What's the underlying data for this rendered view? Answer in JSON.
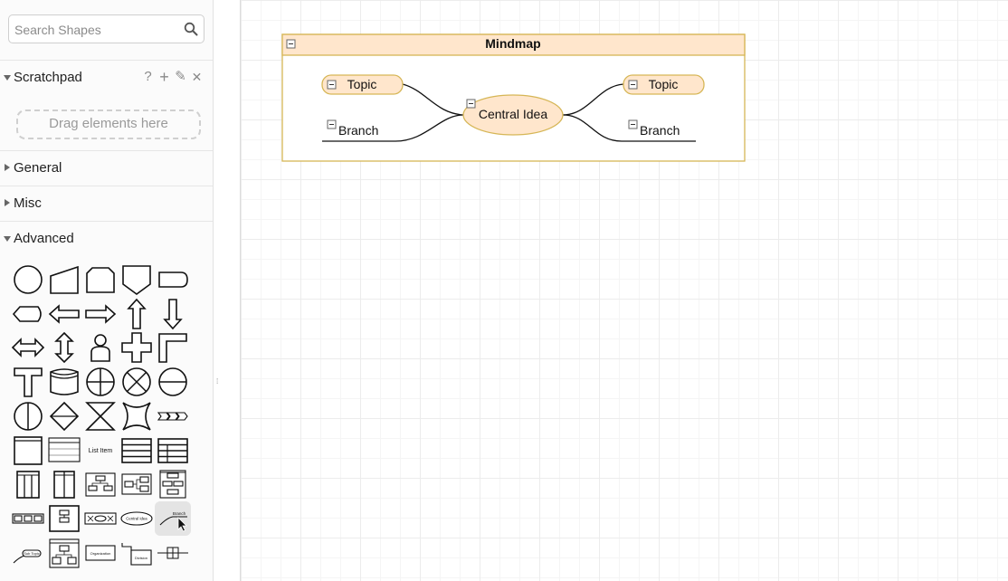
{
  "search": {
    "placeholder": "Search Shapes",
    "value": ""
  },
  "scratchpad": {
    "title": "Scratchpad",
    "drop_hint": "Drag elements here",
    "tools": {
      "help": "?",
      "add": "+",
      "edit": "✎",
      "close": "✕"
    }
  },
  "sections": {
    "general": "General",
    "misc": "Misc",
    "advanced": "Advanced"
  },
  "shapes": [
    {
      "name": "ellipse-shape"
    },
    {
      "name": "manual-input-shape"
    },
    {
      "name": "loop-limit-shape"
    },
    {
      "name": "off-page-connector-shape"
    },
    {
      "name": "delay-shape"
    },
    {
      "name": "display-shape"
    },
    {
      "name": "arrow-left-shape"
    },
    {
      "name": "arrow-right-shape"
    },
    {
      "name": "arrow-up-shape"
    },
    {
      "name": "arrow-down-shape"
    },
    {
      "name": "double-arrow-horizontal-shape"
    },
    {
      "name": "double-arrow-vertical-shape"
    },
    {
      "name": "actor-shape"
    },
    {
      "name": "cross-shape"
    },
    {
      "name": "corner-shape"
    },
    {
      "name": "tee-shape"
    },
    {
      "name": "data-store-shape"
    },
    {
      "name": "or-shape"
    },
    {
      "name": "sum-junction-shape"
    },
    {
      "name": "lined-circle-horizontal-shape"
    },
    {
      "name": "lined-circle-vertical-shape"
    },
    {
      "name": "sort-shape"
    },
    {
      "name": "collate-shape"
    },
    {
      "name": "switch-shape"
    },
    {
      "name": "process-chevrons-shape"
    },
    {
      "name": "container-shape"
    },
    {
      "name": "list-shape"
    },
    {
      "name": "list-item-shape",
      "label": "List Item"
    },
    {
      "name": "table-rows-shape"
    },
    {
      "name": "table-grid-shape"
    },
    {
      "name": "pool-vertical-shape"
    },
    {
      "name": "lanes-vertical-shape"
    },
    {
      "name": "org-chart-shape"
    },
    {
      "name": "tree-horizontal-shape"
    },
    {
      "name": "tree-vertical-shape"
    },
    {
      "name": "tree-wide-shape"
    },
    {
      "name": "container-tree-shape"
    },
    {
      "name": "mindmap-container-shape"
    },
    {
      "name": "central-idea-shape",
      "label": "Central Idea"
    },
    {
      "name": "branch-shape",
      "label": "Branch"
    },
    {
      "name": "sub-topic-shape",
      "label": "Sub Topic"
    },
    {
      "name": "org-container-shape"
    },
    {
      "name": "organization-shape",
      "label": "Organization"
    },
    {
      "name": "division-shape",
      "label": "Division"
    },
    {
      "name": "line-connector-shape"
    }
  ],
  "diagram": {
    "container_title": "Mindmap",
    "central": "Central Idea",
    "topic_left": "Topic",
    "topic_right": "Topic",
    "branch_left": "Branch",
    "branch_right": "Branch",
    "colors": {
      "fill": "#ffe6cc",
      "stroke": "#d6b656",
      "container_stroke": "#d6b656",
      "line": "#111111"
    }
  }
}
